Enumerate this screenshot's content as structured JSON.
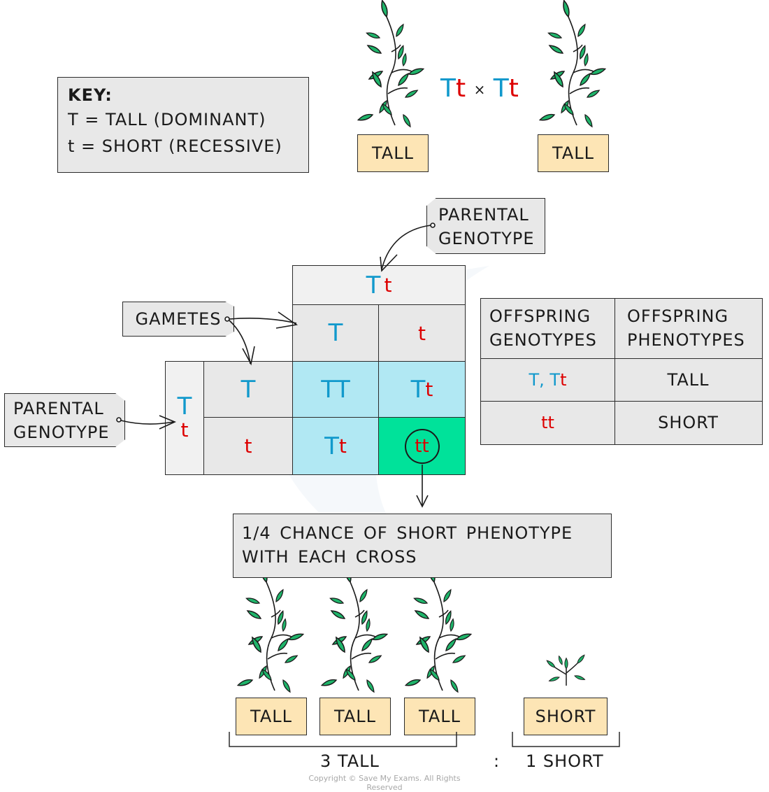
{
  "colors": {
    "dominant": "#1199cc",
    "recessive": "#dd0000",
    "label_bg": "#fde5b5",
    "cell_cyan": "#b1e8f3",
    "cell_green": "#00e29a"
  },
  "key": {
    "title": "KEY:",
    "lines": [
      "T = TALL  (DOMINANT)",
      "t = SHORT  (RECESSIVE)"
    ]
  },
  "parents": {
    "cross": {
      "p1_dom": "T",
      "p1_rec": "t",
      "times": "×",
      "p2_dom": "T",
      "p2_rec": "t"
    },
    "left_label": "TALL",
    "right_label": "TALL"
  },
  "callouts": {
    "parental_top": [
      "PARENTAL",
      "GENOTYPE"
    ],
    "gametes": "GAMETES",
    "parental_left": [
      "PARENTAL",
      "GENOTYPE"
    ]
  },
  "punnett": {
    "top_parent": {
      "dom": "T",
      "rec": "t"
    },
    "top_gametes": [
      "T",
      "t"
    ],
    "left_parent": {
      "dom": "T",
      "rec": "t"
    },
    "left_gametes": [
      "T",
      "t"
    ],
    "cells": [
      [
        {
          "a": "T",
          "b": "T"
        },
        {
          "a": "T",
          "b": "t"
        }
      ],
      [
        {
          "a": "T",
          "b": "t"
        },
        {
          "a": "t",
          "b": "t"
        }
      ]
    ]
  },
  "results_table": {
    "headers": [
      [
        "OFFSPRING",
        "GENOTYPES"
      ],
      [
        "OFFSPRING",
        "PHENOTYPES"
      ]
    ],
    "rows": [
      {
        "genotype_dom": "T, T",
        "genotype_rec": "t",
        "phenotype": "TALL"
      },
      {
        "genotype_dom": "",
        "genotype_rec": "tt",
        "phenotype": "SHORT"
      }
    ]
  },
  "chance_note": [
    "1/4  CHANCE  OF  SHORT  PHENOTYPE",
    "WITH  EACH  CROSS"
  ],
  "offspring": {
    "labels": [
      "TALL",
      "TALL",
      "TALL",
      "SHORT"
    ],
    "ratio_tall": "3 TALL",
    "ratio_sep": ":",
    "ratio_short": "1 SHORT"
  },
  "copyright": "Copyright © Save My Exams. All Rights Reserved"
}
